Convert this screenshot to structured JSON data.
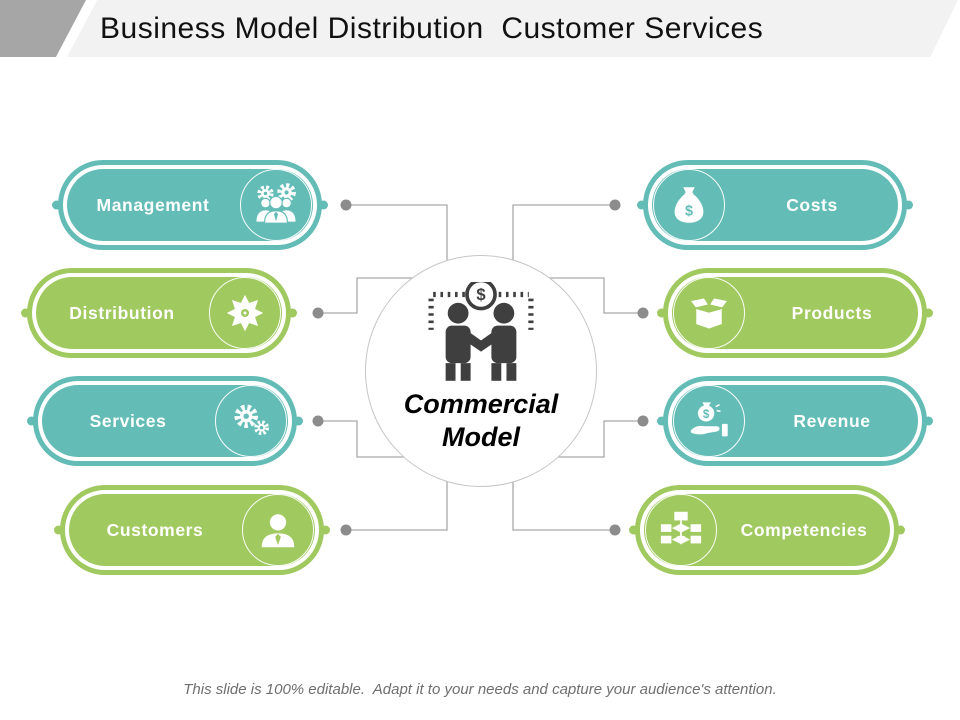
{
  "header": {
    "title": "Business Model Distribution  Customer Services"
  },
  "center": {
    "label": "Commercial Model",
    "icon": "handshake-dollar-icon"
  },
  "pills": {
    "left": [
      {
        "label": "Management",
        "color": "#64bcb6",
        "color_name": "teal",
        "icon": "team-gears-icon"
      },
      {
        "label": "Distribution",
        "color": "#a0c95f",
        "color_name": "green",
        "icon": "hub-arrows-icon"
      },
      {
        "label": "Services",
        "color": "#64bcb6",
        "color_name": "teal",
        "icon": "gears-icon"
      },
      {
        "label": "Customers",
        "color": "#a0c95f",
        "color_name": "green",
        "icon": "person-icon"
      }
    ],
    "right": [
      {
        "label": "Costs",
        "color": "#64bcb6",
        "color_name": "teal",
        "icon": "money-bag-icon"
      },
      {
        "label": "Products",
        "color": "#a0c95f",
        "color_name": "green",
        "icon": "open-box-icon"
      },
      {
        "label": "Revenue",
        "color": "#64bcb6",
        "color_name": "teal",
        "icon": "hand-money-icon"
      },
      {
        "label": "Competencies",
        "color": "#a0c95f",
        "color_name": "green",
        "icon": "org-chart-icon"
      }
    ]
  },
  "footer": {
    "note": "This slide is 100% editable.  Adapt it to your needs and capture your audience's attention."
  },
  "colors": {
    "teal": "#64bcb6",
    "green": "#a0c95f",
    "connector_line": "#a9a9a9",
    "connector_dot": "#8c8c8c",
    "header_bar": "#f2f2f2",
    "header_accent": "#a6a6a6",
    "center_icon": "#3f3f3f"
  }
}
